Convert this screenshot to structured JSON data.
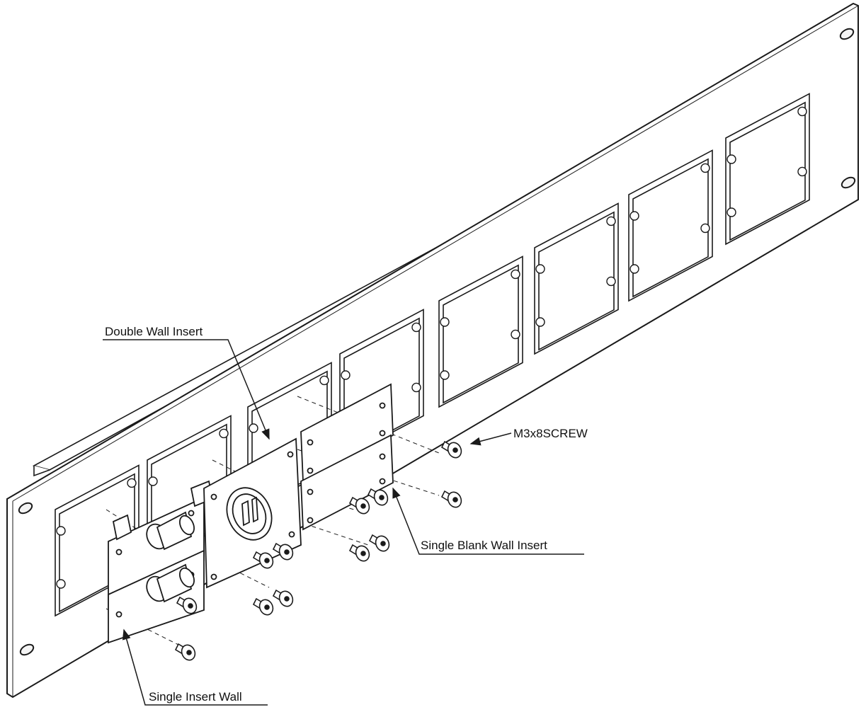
{
  "labels": {
    "double_wall_insert": "Double Wall Insert",
    "m3x8_screw": "M3x8SCREW",
    "single_blank_wall_insert": "Single Blank Wall Insert",
    "single_insert_wall": "Single  Insert Wall"
  },
  "colors": {
    "line": "#1a1a1a",
    "panel_fill": "#ffffff",
    "hole_fill": "#f4f4f4",
    "background": "#ffffff"
  }
}
